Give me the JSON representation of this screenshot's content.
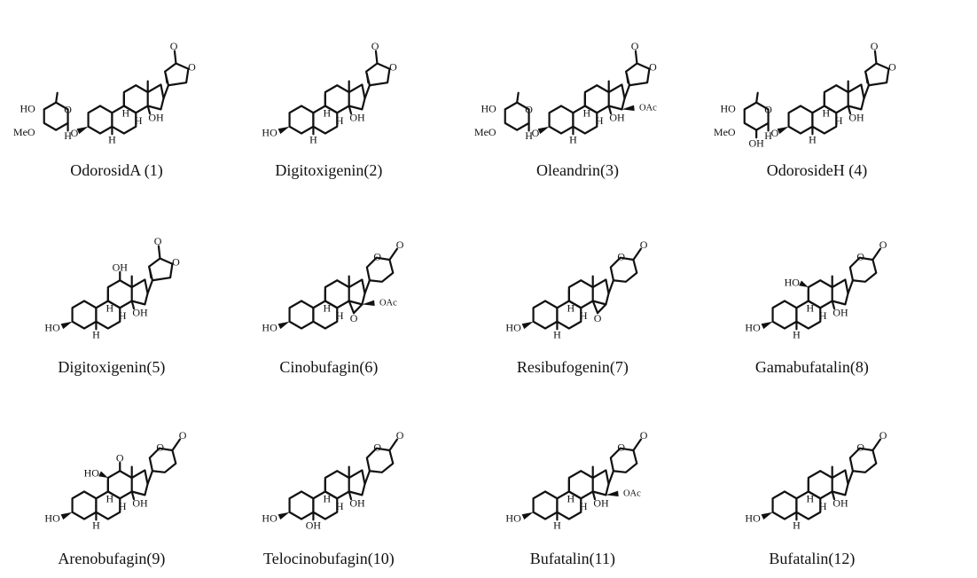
{
  "figure": {
    "compounds": [
      {
        "name": "OdorosidA (1)",
        "lactone": "butenolide",
        "sugar": "oleandrose",
        "sub": {
          "c17": "",
          "c16": "",
          "c11": "",
          "c12": "",
          "epoxide": false,
          "c5": "H",
          "c3": "glyco",
          "c14": "OH",
          "c10": "",
          "c13": ""
        }
      },
      {
        "name": "Digitoxigenin(2)",
        "lactone": "butenolide",
        "sugar": "",
        "sub": {
          "c17": "",
          "c16": "",
          "c11": "",
          "c12": "",
          "epoxide": false,
          "c5": "H",
          "c3": "HO",
          "c14": "OH",
          "c10": "",
          "c13": ""
        }
      },
      {
        "name": "Oleandrin(3)",
        "lactone": "butenolide",
        "sugar": "oleandrose",
        "sub": {
          "c17": "",
          "c16": "OAc",
          "c11": "",
          "c12": "",
          "epoxide": false,
          "c5": "H",
          "c3": "glyco",
          "c14": "OH",
          "c10": "",
          "c13": ""
        }
      },
      {
        "name": "OdorosideH (4)",
        "lactone": "butenolide",
        "sugar": "digitalose",
        "sub": {
          "c17": "",
          "c16": "",
          "c11": "",
          "c12": "",
          "epoxide": false,
          "c5": "H",
          "c3": "glyco",
          "c14": "OH",
          "c10": "",
          "c13": ""
        }
      },
      {
        "name": "Digitoxigenin(5)",
        "lactone": "butenolide",
        "sugar": "",
        "sub": {
          "c17": "",
          "c16": "",
          "c11": "",
          "c12": "OH",
          "epoxide": false,
          "c5": "H",
          "c3": "HO",
          "c14": "OH",
          "c10": "",
          "c13": ""
        }
      },
      {
        "name": "Cinobufagin(6)",
        "lactone": "pyranone",
        "sugar": "",
        "sub": {
          "c17": "",
          "c16": "OAc",
          "c11": "",
          "c12": "",
          "epoxide": true,
          "c5": "",
          "c3": "HO",
          "c14": "",
          "c10": "",
          "c13": ""
        }
      },
      {
        "name": "Resibufogenin(7)",
        "lactone": "pyranone",
        "sugar": "",
        "sub": {
          "c17": "",
          "c16": "",
          "c11": "",
          "c12": "",
          "epoxide": true,
          "c5": "H",
          "c3": "HO",
          "c14": "",
          "c10": "",
          "c13": ""
        }
      },
      {
        "name": "Gamabufatalin(8)",
        "lactone": "pyranone",
        "sugar": "",
        "sub": {
          "c17": "",
          "c16": "",
          "c11": "HO",
          "c12": "",
          "epoxide": false,
          "c5": "H",
          "c3": "HO",
          "c14": "OH",
          "c10": "",
          "c13": ""
        }
      },
      {
        "name": "Arenobufagin(9)",
        "lactone": "pyranone",
        "sugar": "",
        "sub": {
          "c17": "",
          "c16": "",
          "c11": "HO",
          "c12": "O",
          "epoxide": false,
          "c5": "H",
          "c3": "HO",
          "c14": "OH",
          "c10": "",
          "c13": ""
        }
      },
      {
        "name": "Telocinobufagin(10)",
        "lactone": "pyranone",
        "sugar": "",
        "sub": {
          "c17": "",
          "c16": "",
          "c11": "",
          "c12": "",
          "epoxide": false,
          "c5": "OH",
          "c3": "HO",
          "c14": "OH",
          "c10": "",
          "c13": ""
        }
      },
      {
        "name": "Bufatalin(11)",
        "lactone": "pyranone",
        "sugar": "",
        "sub": {
          "c17": "",
          "c16": "OAc",
          "c11": "",
          "c12": "",
          "epoxide": false,
          "c5": "H",
          "c3": "HO",
          "c14": "OH",
          "c10": "",
          "c13": ""
        }
      },
      {
        "name": "Bufatalin(12)",
        "lactone": "pyranone",
        "sugar": "",
        "sub": {
          "c17": "",
          "c16": "",
          "c11": "",
          "c12": "",
          "epoxide": false,
          "c5": "H",
          "c3": "HO",
          "c14": "OH",
          "c10": "",
          "c13": ""
        }
      }
    ],
    "labels": {
      "H": "H",
      "OH": "OH",
      "HO": "HO",
      "MeO": "MeO",
      "O": "O",
      "OAc": "OAc",
      "ring_O": "O"
    }
  }
}
